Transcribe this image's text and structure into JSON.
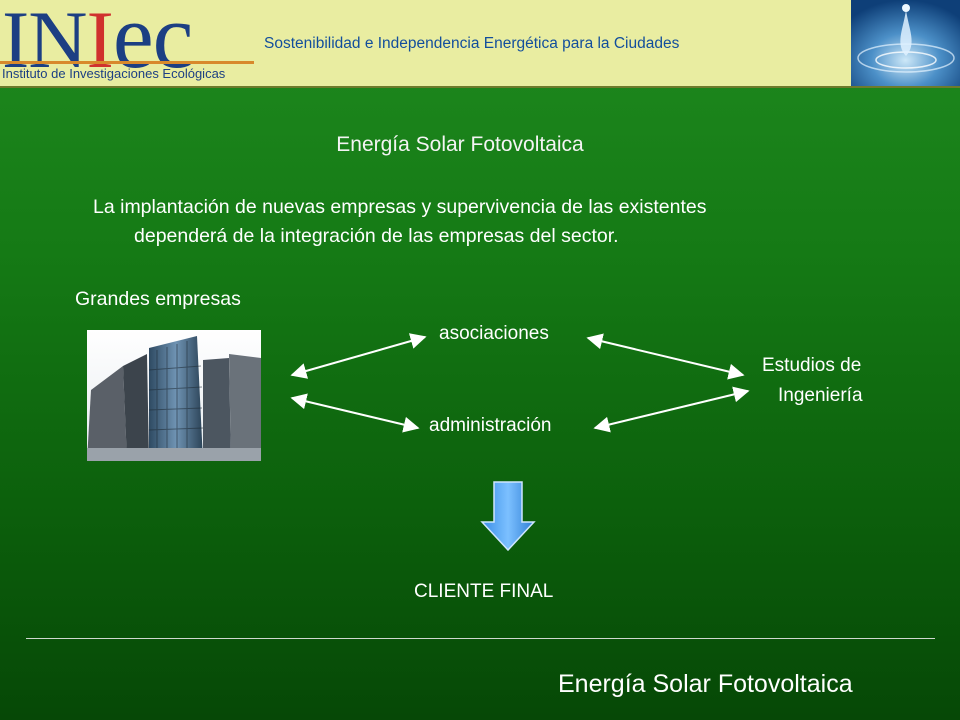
{
  "header": {
    "logo": {
      "letters": "INIeC",
      "subtitle": "Instituto de Investigaciones Ecológicas"
    },
    "tagline": "Sostenibilidad e Independencia Energética para la Ciudades"
  },
  "slide": {
    "title": "Energía Solar Fotovoltaica",
    "paragraph_line1": "La implantación de nuevas empresas y supervivencia de las existentes",
    "paragraph_line2": "dependerá de la integración de las empresas del sector.",
    "grandes": "Grandes empresas",
    "asociaciones": "asociaciones",
    "administracion": "administración",
    "estudios_line1": "Estudios de",
    "estudios_line2": "Ingeniería",
    "cliente": "CLIENTE FINAL"
  },
  "footer": {
    "title": "Energía Solar Fotovoltaica"
  },
  "colors": {
    "background_top": "#1f8a1f",
    "background_bottom": "#064806",
    "header_bg": "#e9eda1",
    "logo_blue": "#1c3f83",
    "logo_red": "#d0312d",
    "tagline_blue": "#124e9c",
    "down_arrow": "#4a9ff0"
  },
  "icons": {
    "building": "office-building-photo",
    "drop": "water-drop-photo",
    "down_arrow": "down-arrow-icon"
  }
}
